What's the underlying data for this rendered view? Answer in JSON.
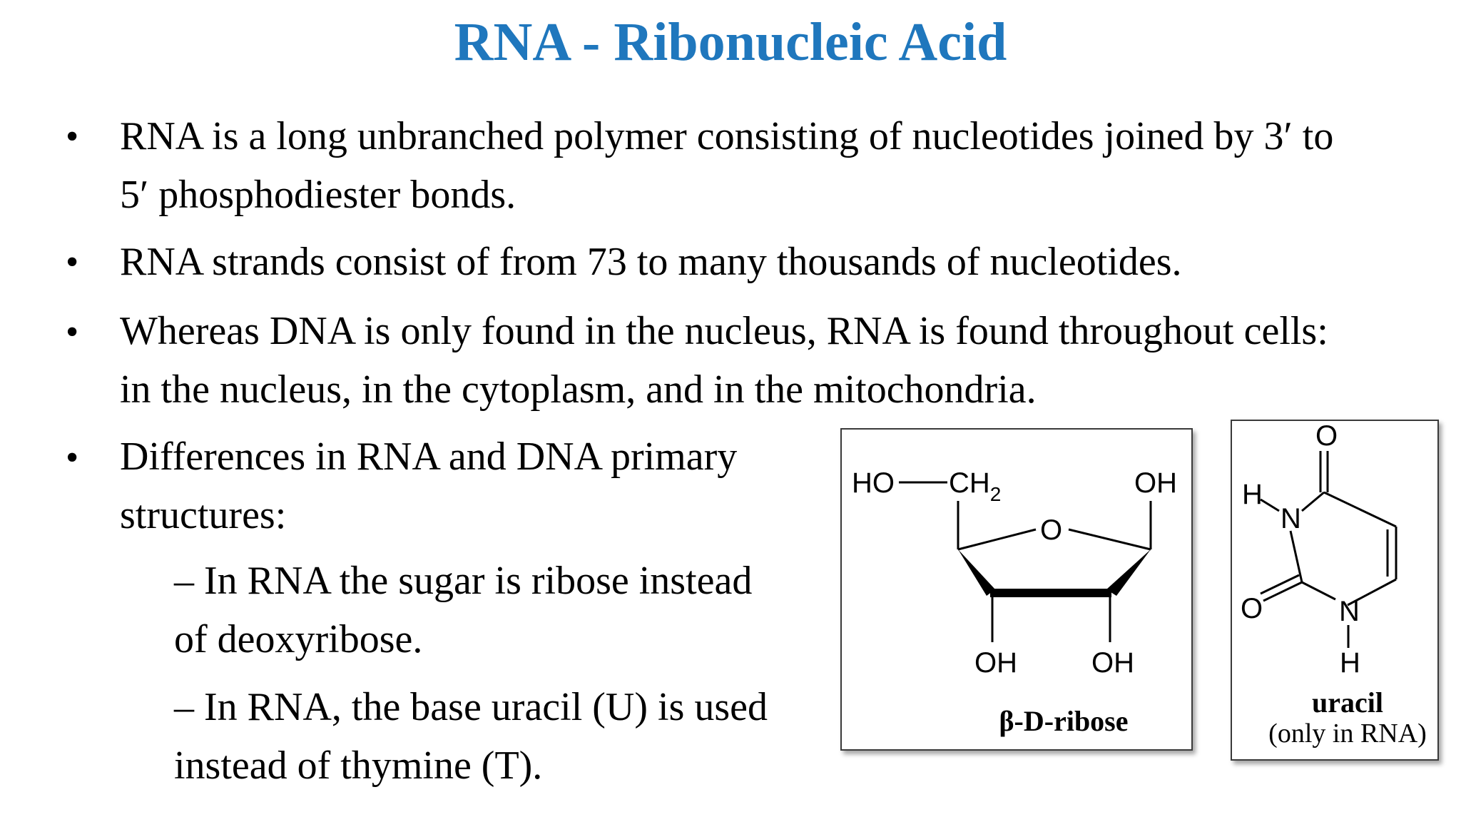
{
  "title": "RNA - Ribonucleic Acid",
  "colors": {
    "title": "#1f77bd",
    "text": "#000000",
    "figure_border": "#3a3a3a"
  },
  "bullets": [
    {
      "lines": [
        "RNA is a long unbranched polymer consisting of nucleotides joined by 3′ to",
        "5′ phosphodiester bonds."
      ]
    },
    {
      "lines": [
        "RNA strands consist of from 73 to many thousands of nucleotides."
      ]
    },
    {
      "lines": [
        "Whereas DNA is only found in the nucleus, RNA is found throughout cells:",
        "in the nucleus, in the cytoplasm, and in the mitochondria."
      ]
    },
    {
      "lines": [
        "Differences in RNA and DNA primary",
        "structures:"
      ]
    }
  ],
  "subbullets": [
    {
      "lines": [
        "– In RNA the sugar is ribose instead",
        "of deoxyribose."
      ]
    },
    {
      "lines": [
        "– In RNA, the base uracil (U) is used",
        "instead of thymine (T)."
      ]
    }
  ],
  "bullet_symbol": "•",
  "ribose": {
    "ho": "HO",
    "ch": "CH",
    "sub2": "2",
    "oh_top": "OH",
    "ring_o": "O",
    "oh_left": "OH",
    "oh_right": "OH",
    "caption": "β-D-ribose"
  },
  "uracil": {
    "o_top": "O",
    "h_left": "H",
    "n1": "N",
    "o_left": "O",
    "n3": "N",
    "h_bottom": "H",
    "caption": "uracil",
    "note": "(only in RNA)"
  }
}
